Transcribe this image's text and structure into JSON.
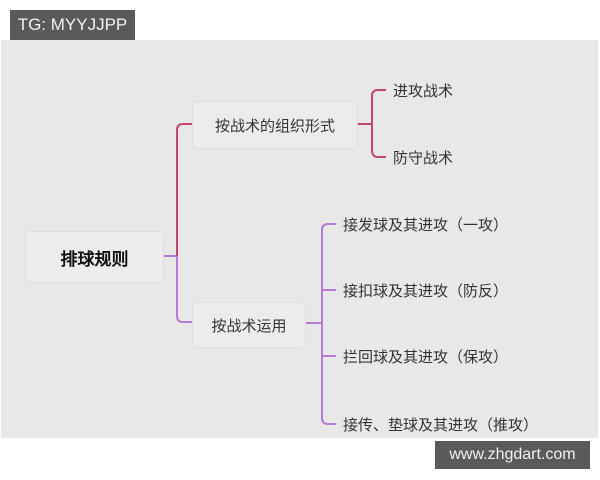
{
  "watermark_top": "TG: MYYJJPP",
  "watermark_bottom": "www.zhgdart.com",
  "colors": {
    "branch_top": "#c2457a",
    "branch_bottom": "#b57bd6",
    "panel": "#e8e8e8"
  },
  "mindmap": {
    "root": "排球规则",
    "branches": [
      {
        "label": "按战术的组织形式",
        "children": [
          "进攻战术",
          "防守战术"
        ]
      },
      {
        "label": "按战术运用",
        "children": [
          "接发球及其进攻（一攻）",
          "接扣球及其进攻（防反）",
          "拦回球及其进攻（保攻）",
          "接传、垫球及其进攻（推攻）"
        ]
      }
    ]
  }
}
